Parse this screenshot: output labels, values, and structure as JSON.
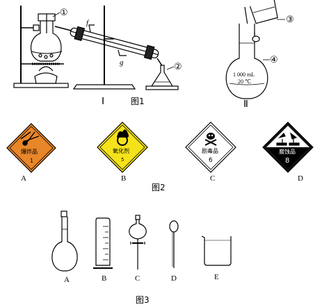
{
  "figure1": {
    "callouts": [
      "①",
      "②",
      "③",
      "④"
    ],
    "valve_labels": {
      "f": "f",
      "g": "g"
    },
    "apparatus_numerals": [
      "Ⅰ",
      "Ⅱ"
    ],
    "flask_volume": "1 000 mL",
    "flask_temp": "20 ℃",
    "caption": "图1"
  },
  "figure2": {
    "signs": [
      {
        "letter": "A",
        "text": "爆炸品",
        "class_no": "1",
        "color": "#e8862a",
        "icon": "explosion-icon"
      },
      {
        "letter": "B",
        "text": "氧化剂",
        "class_no": "5",
        "color": "#f5e21a",
        "icon": "flame-over-circle-icon"
      },
      {
        "letter": "C",
        "text": "剧毒品",
        "class_no": "6",
        "color": "#ffffff",
        "icon": "skull-crossbones-icon"
      },
      {
        "letter": "D",
        "text": "腐蚀品",
        "class_no": "8",
        "color": "#111111",
        "icon": "corrosion-icon"
      }
    ],
    "caption": "图2"
  },
  "figure3": {
    "items": [
      {
        "letter": "A",
        "icon": "volumetric-flask-icon"
      },
      {
        "letter": "B",
        "icon": "graduated-cylinder-icon"
      },
      {
        "letter": "C",
        "icon": "separatory-funnel-icon"
      },
      {
        "letter": "D",
        "icon": "dropper-icon"
      },
      {
        "letter": "E",
        "icon": "beaker-icon"
      }
    ],
    "caption": "图3"
  }
}
